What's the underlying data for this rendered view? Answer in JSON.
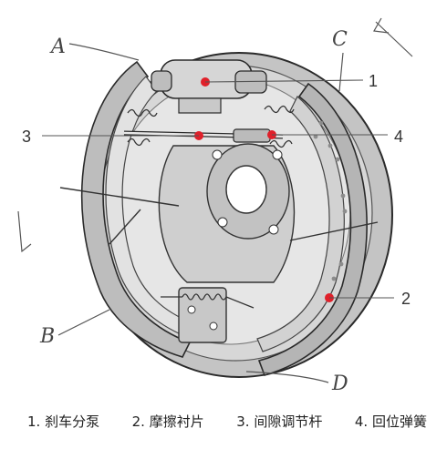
{
  "callouts": {
    "n1": "1",
    "n2": "2",
    "n3": "3",
    "n4": "4"
  },
  "hand_letters": {
    "a": "A",
    "b": "B",
    "c": "C",
    "d": "D"
  },
  "caption": {
    "item1": "1. 刹车分泵",
    "item2": "2. 摩擦衬片",
    "item3": "3. 间隙调节杆",
    "item4": "4. 回位弹簧"
  },
  "colors": {
    "metal_light": "#d9d9d9",
    "metal_mid": "#b8b8b8",
    "metal_dark": "#8c8c8c",
    "outline": "#2a2a2a",
    "marker": "#e0202a",
    "lining": "#a9a9a9"
  }
}
